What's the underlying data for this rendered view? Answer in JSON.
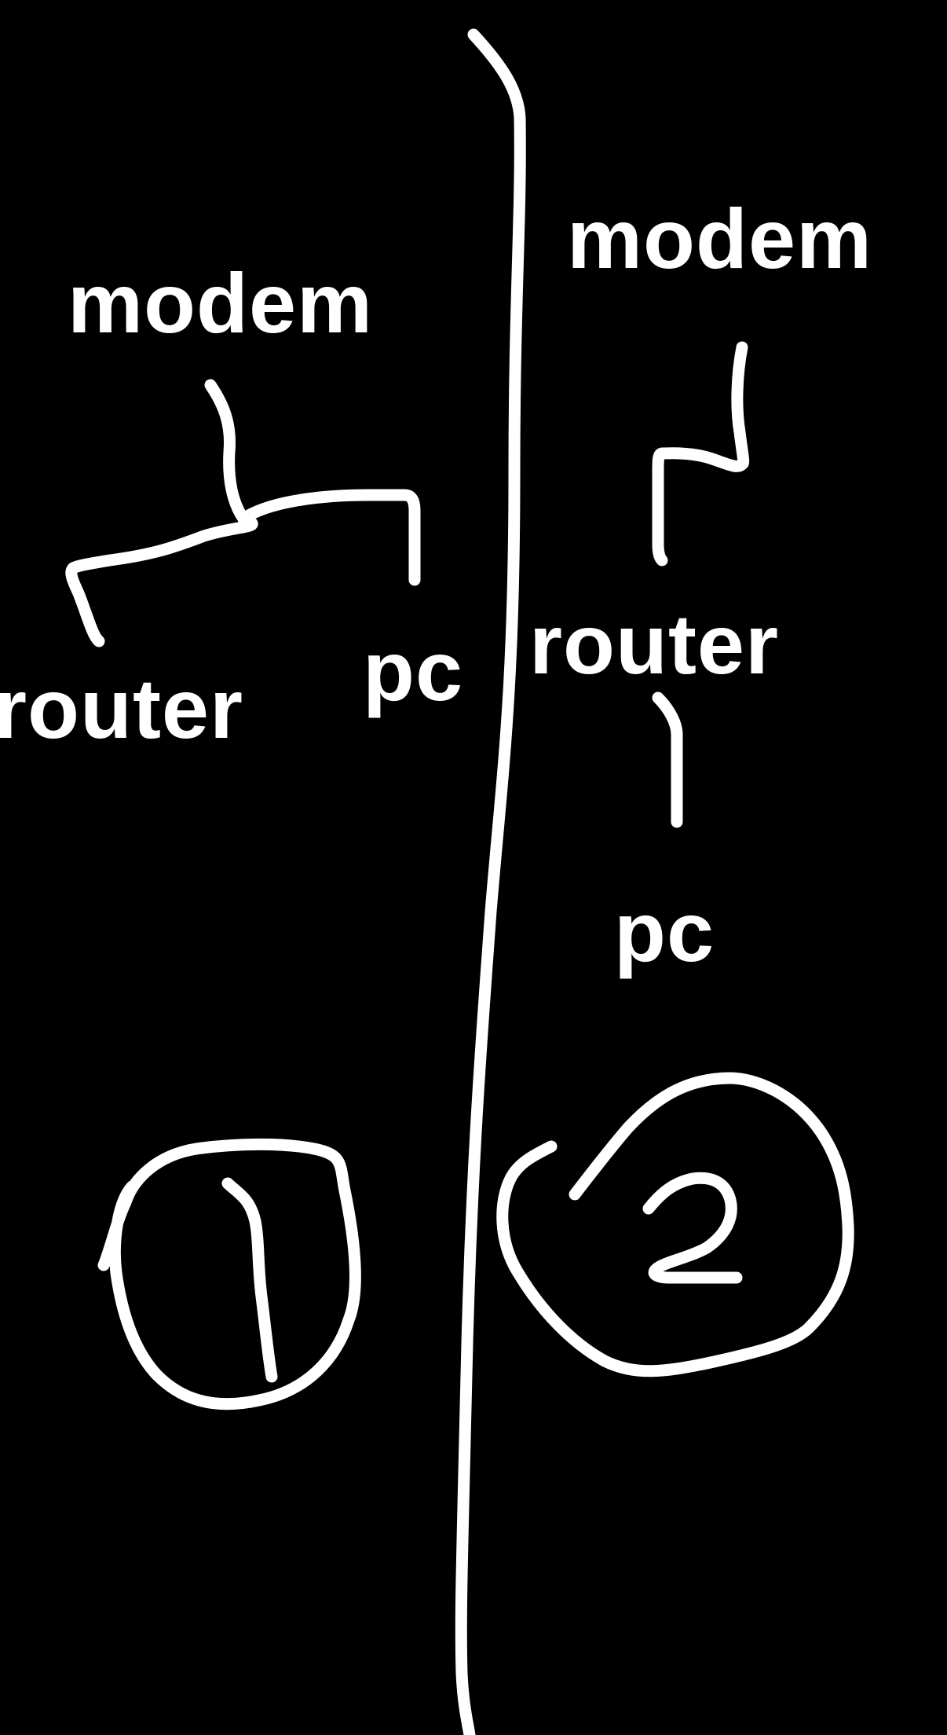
{
  "colors": {
    "background": "#000000",
    "ink": "#ffffff"
  },
  "left_diagram": {
    "top": "modem",
    "branch_left": "router",
    "branch_right": "pc",
    "number": "1"
  },
  "right_diagram": {
    "top": "modem",
    "middle": "router",
    "bottom": "pc",
    "number": "2"
  }
}
